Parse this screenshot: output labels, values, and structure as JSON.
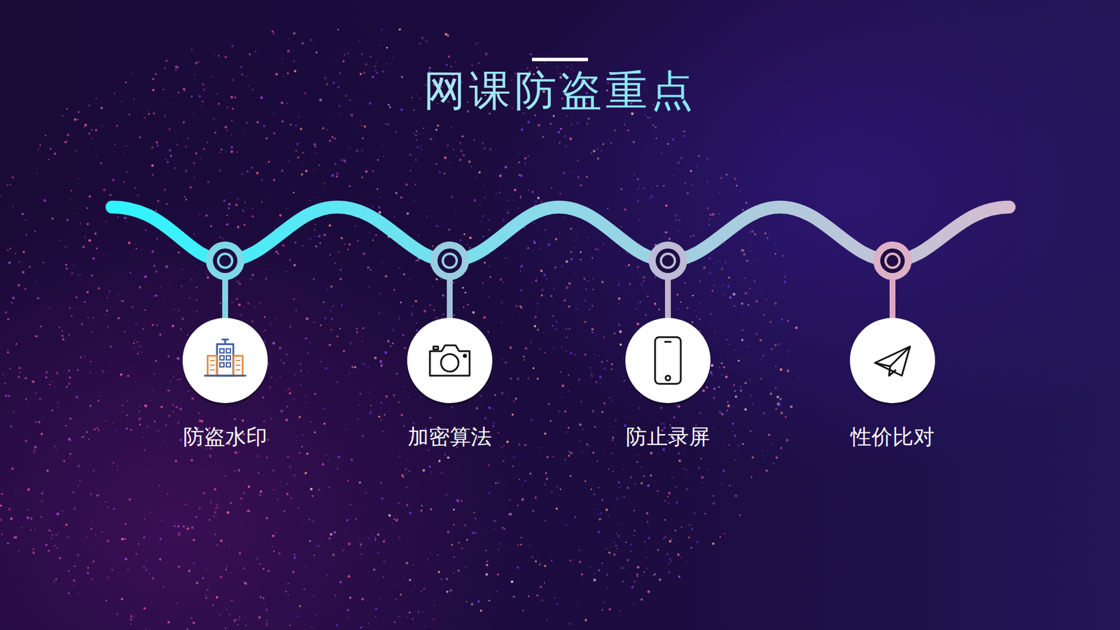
{
  "diagram": {
    "title": "网课防盗重点",
    "nodes": [
      {
        "text": [
          "防盗水印"
        ]
      },
      {
        "text": [
          "加密算法"
        ]
      },
      {
        "text": [
          "防止录屏"
        ]
      },
      {
        "text": [
          "性价比对"
        ]
      }
    ]
  }
}
